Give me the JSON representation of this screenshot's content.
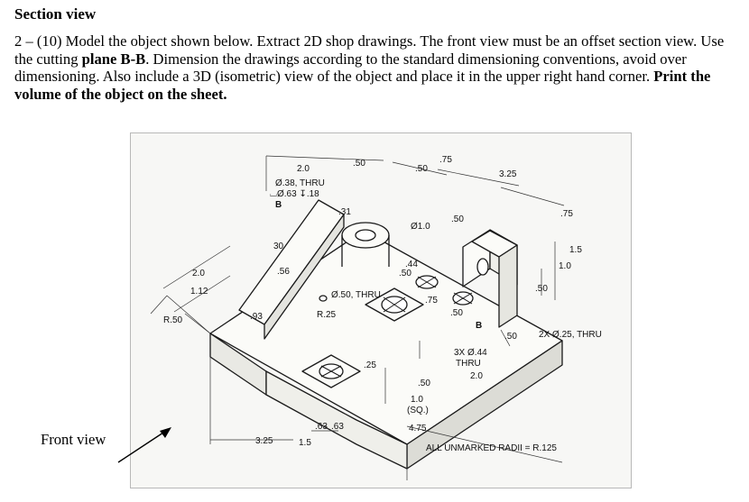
{
  "heading": "Section view",
  "task": {
    "part1": "2 – (10) Model the object shown below. Extract 2D shop drawings. The front view must be an offset section view. Use the cutting ",
    "plane": "plane B-B",
    "part2": ". Dimension the drawings according to the standard dimensioning conventions, avoid over dimensioning. Also include a 3D (isometric) view of the object and place it in the upper right hand corner. ",
    "print": "Print the volume of the object on the sheet."
  },
  "drawing": {
    "dims": {
      "d_2_0_top": "2.0",
      "d_50_top": ".50",
      "hole_38": "Ø.38, THRU",
      "cbore_63": "⌴Ø.63 ↧.18",
      "plane_b_left": "B",
      "d_31": ".31",
      "d_30": "30",
      "d_56": ".56",
      "d_50_mid": ".50",
      "d_75_top": ".75",
      "d_44": ".44",
      "d_50b": ".50",
      "dia_1_0": "Ø1.0",
      "d_50_right": ".50",
      "d_3_25_top": "3.25",
      "d_75_right": ".75",
      "d_1_5": "1.5",
      "d_1_0_right": "1.0",
      "d_50_side": ".50",
      "d_2_0_left": "2.0",
      "d_1_12": "1.12",
      "d_93": ".93",
      "r_50": "R.50",
      "hole_50": "Ø.50, THRU",
      "r_25": "R.25",
      "d_75_mid": ".75",
      "d_50_small": ".50",
      "plane_b_right": "B",
      "d_50_low": ".50",
      "hole_2x": "2X Ø.25, THRU",
      "hole_3x": "3X Ø.44",
      "thru": "THRU",
      "d_2_0_low": "2.0",
      "d_25": ".25",
      "d_50_bottom": ".50",
      "sq_1_0": "1.0",
      "sq_label": "(SQ.)",
      "d_4_75": "4.75",
      "d_63a": ".63",
      "d_63b": ".63",
      "d_3_25_bottom": "3.25",
      "d_1_5_bottom": "1.5"
    },
    "note": "ALL UNMARKED RADII = R.125"
  },
  "front_view_label": "Front view"
}
